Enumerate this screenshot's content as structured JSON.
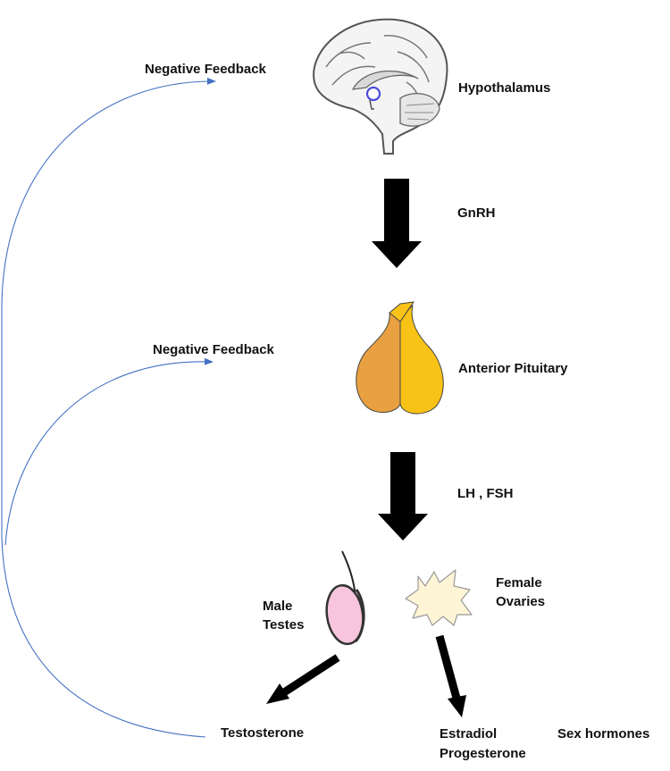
{
  "labels": {
    "negative_feedback_top": "Negative Feedback",
    "negative_feedback_mid": "Negative Feedback",
    "hypothalamus": "Hypothalamus",
    "gnrh": "GnRH",
    "anterior_pituitary": "Anterior Pituitary",
    "lh_fsh": "LH , FSH",
    "male_line1": "Male",
    "male_line2": "Testes",
    "female_line1": "Female",
    "female_line2": "Ovaries",
    "testosterone": "Testosterone",
    "estradiol": "Estradiol",
    "progesterone": "Progesterone",
    "sex_hormones": "Sex hormones"
  },
  "colors": {
    "feedback_line": "#4472c4",
    "arrow": "#000000",
    "pituitary_left": "#e8a040",
    "pituitary_right": "#f9c216",
    "testis_fill": "#f7c6dc",
    "ovary_fill": "#fdf5d5",
    "brain_outline": "#555555",
    "hypothalamus_marker": "#4a4adc"
  }
}
